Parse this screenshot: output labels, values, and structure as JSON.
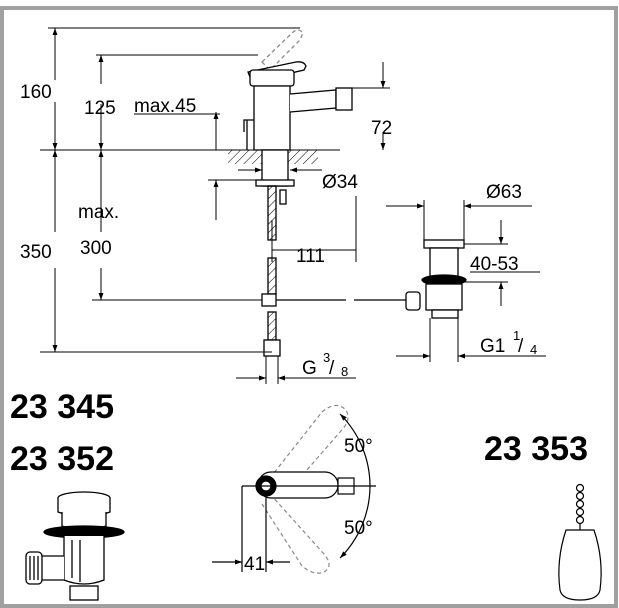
{
  "dimensions": {
    "height_160": "160",
    "height_125": "125",
    "max_45": "max.45",
    "height_72": "72",
    "diameter_34": "Ø34",
    "diameter_63": "Ø63",
    "max_label": "max.",
    "length_350": "350",
    "length_300": "300",
    "distance_111": "111",
    "range_40_53": "40-53",
    "thread_g1_prefix": "G1",
    "thread_g1_num": "1",
    "thread_g1_den": "4",
    "thread_g38_prefix": "G",
    "thread_g38_num": "3",
    "thread_g38_den": "8",
    "angle_upper": "50°",
    "angle_lower": "50°",
    "length_41": "41"
  },
  "product_codes": {
    "left_1": "23 345",
    "left_2": "23 352",
    "right": "23 353"
  },
  "colors": {
    "frame": "#a0a0a0",
    "line": "#000000",
    "ghost": "#8a8a8a"
  }
}
